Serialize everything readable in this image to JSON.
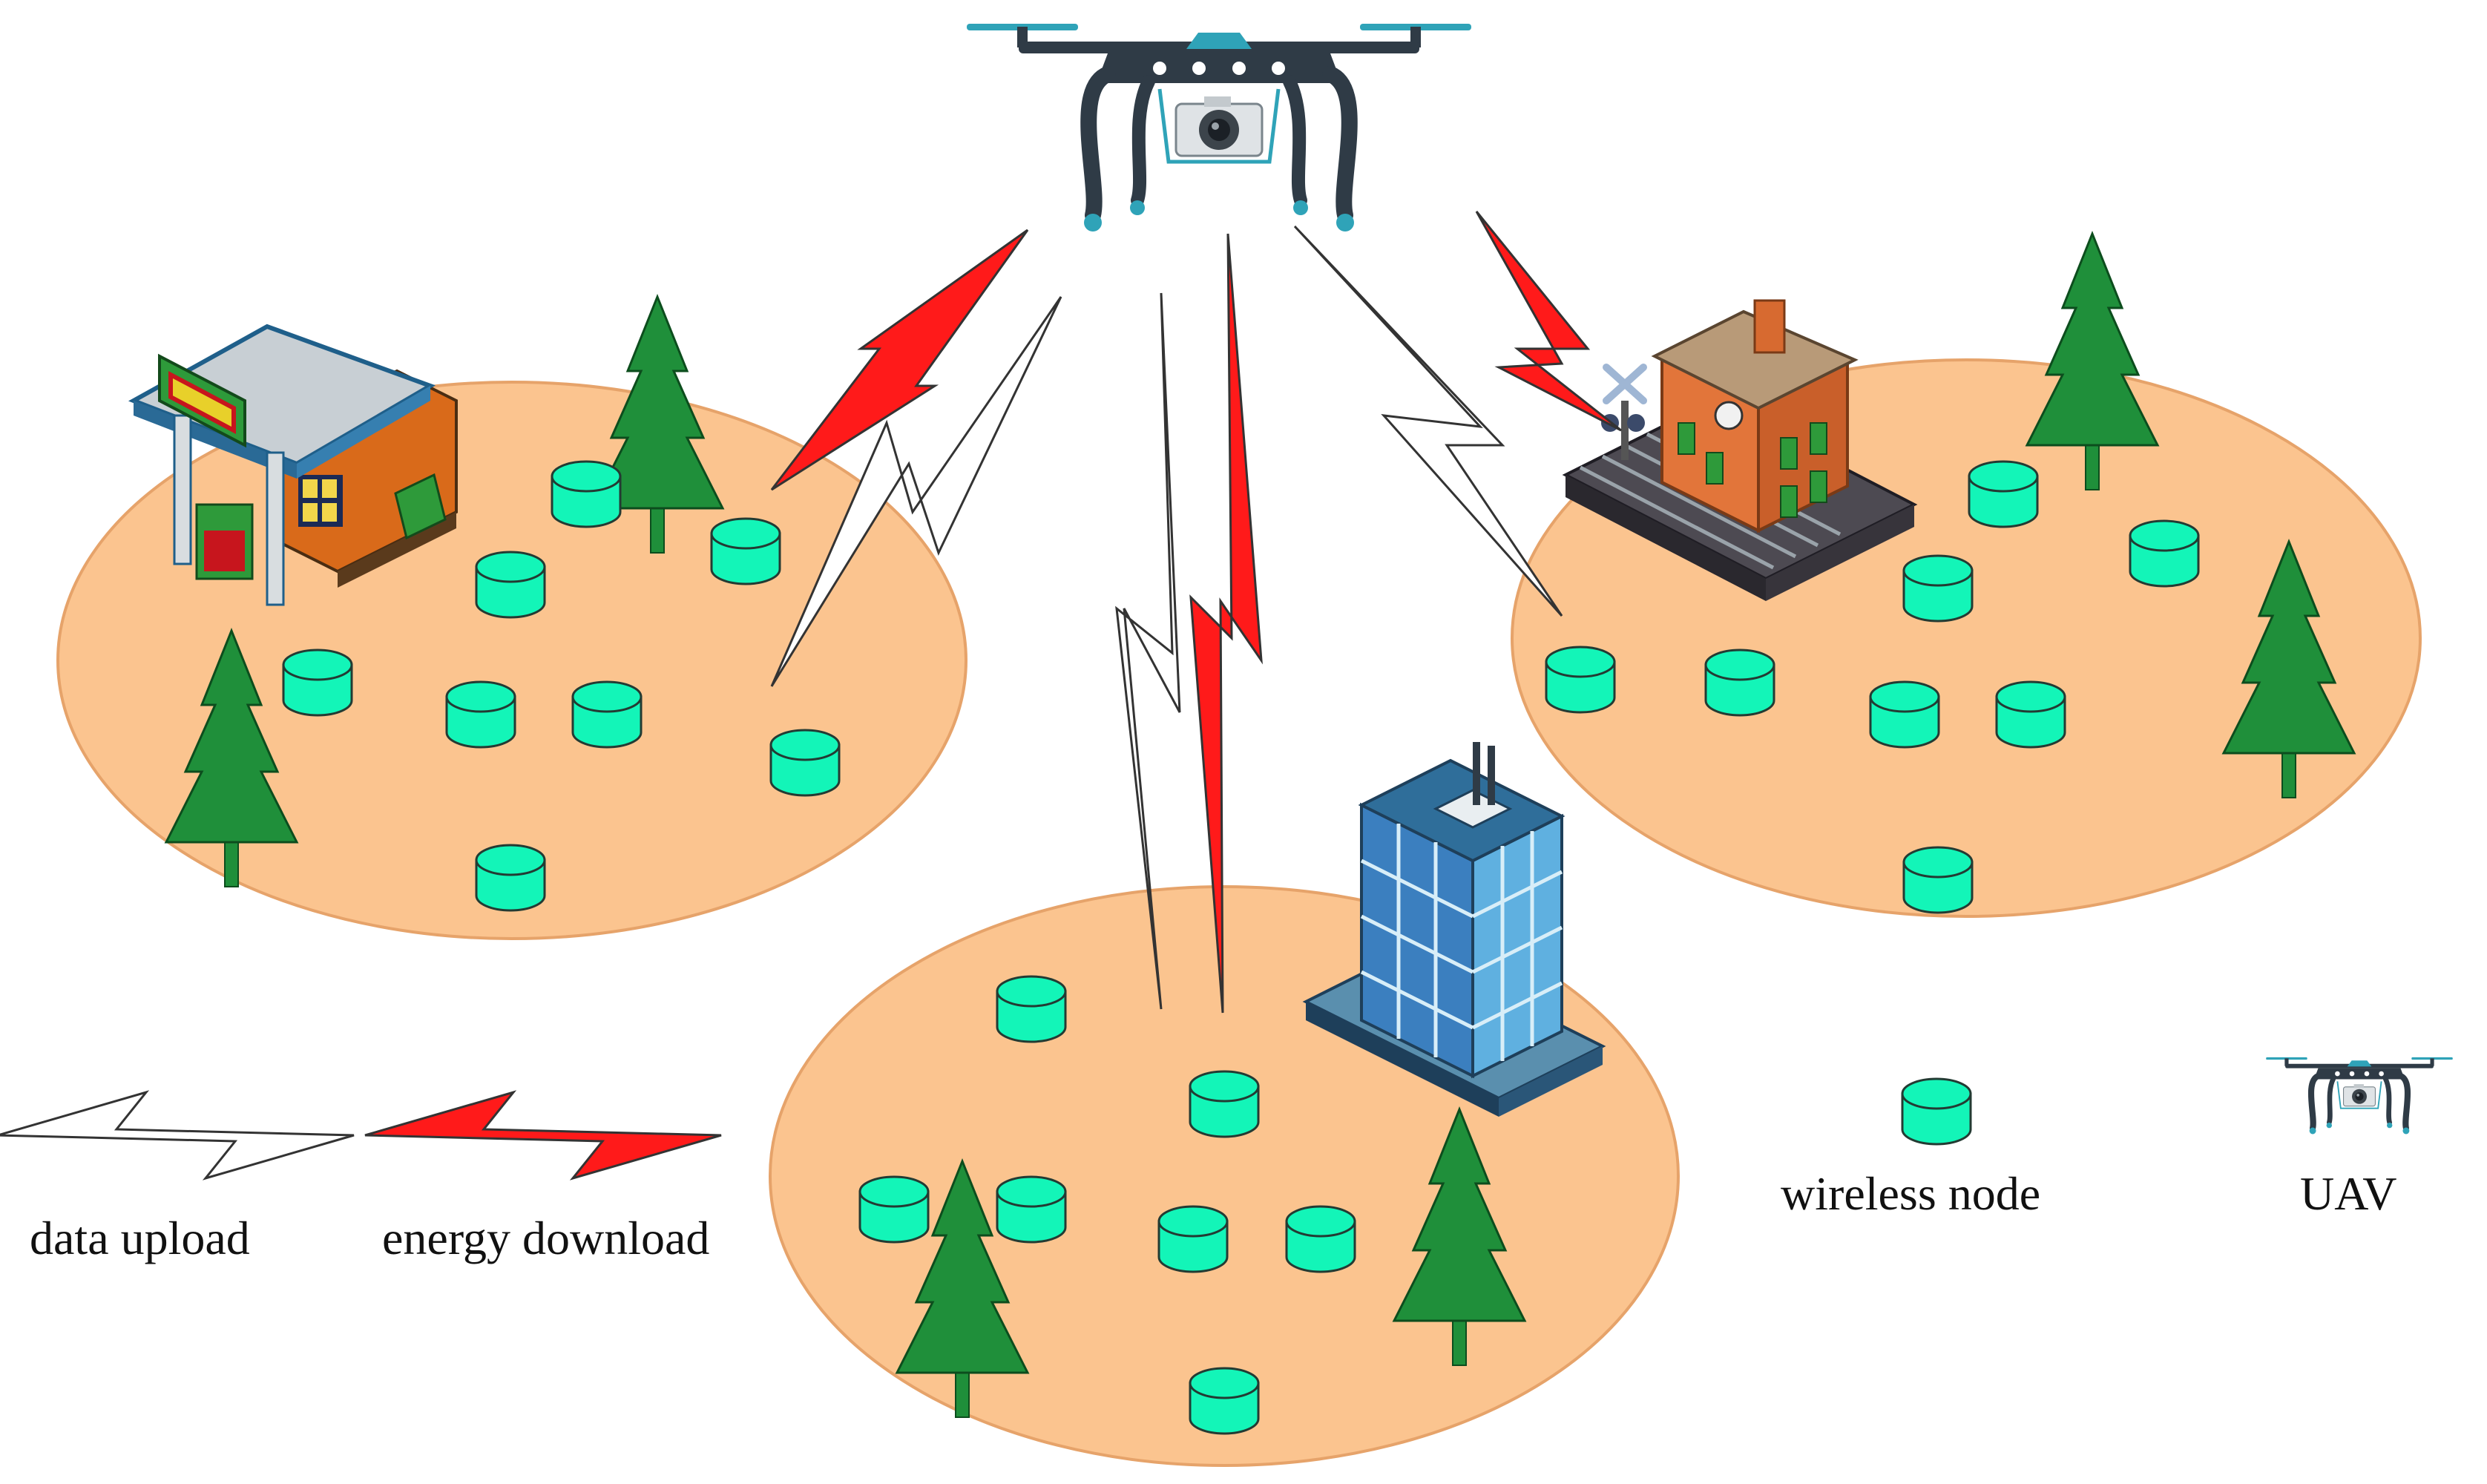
{
  "legend": {
    "data_upload_label": "data upload",
    "energy_download_label": "energy download",
    "wireless_node_label": "wireless node",
    "uav_label": "UAV"
  },
  "colors": {
    "ground": "#fbc48f",
    "node": "#13f5b8",
    "energy_bolt": "#ff1a1a",
    "data_bolt": "#ffffff",
    "tree": "#1f8f3a",
    "uav_body": "#2f3b46",
    "uav_accent": "#2fa3b8"
  },
  "icons": [
    "uav-icon",
    "camera-icon",
    "gas-station-icon",
    "office-building-icon",
    "train-station-icon",
    "tree-icon",
    "wireless-node-icon",
    "lightning-bolt-icon"
  ]
}
